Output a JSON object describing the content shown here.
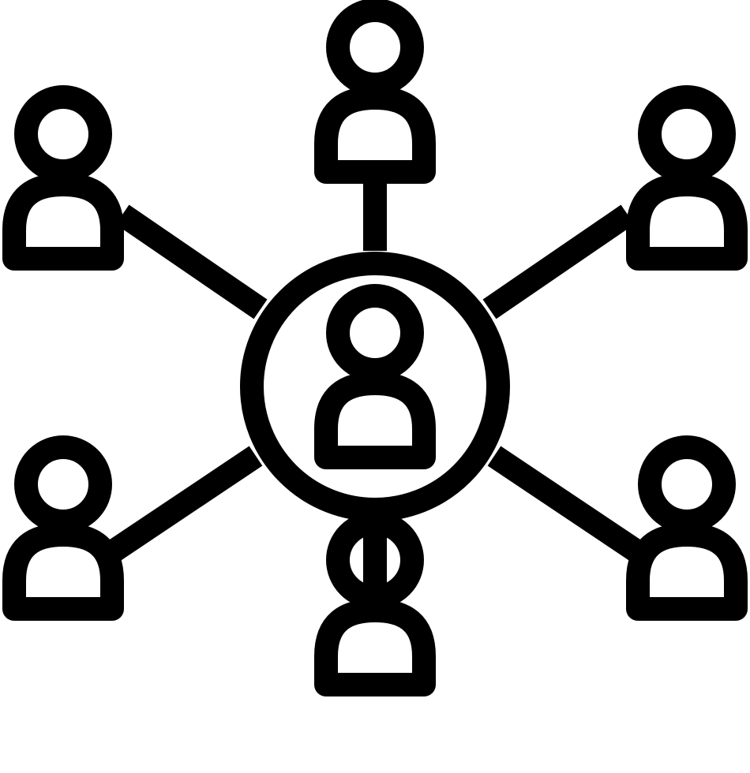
{
  "diagram": {
    "kind": "network-of-people-icon",
    "colors": {
      "foreground": "#000000",
      "background": "#ffffff"
    },
    "hub": {
      "icon": "user-icon",
      "frame": "circle"
    },
    "peers": [
      {
        "id": "top",
        "icon": "user-icon"
      },
      {
        "id": "top-right",
        "icon": "user-icon"
      },
      {
        "id": "bottom-right",
        "icon": "user-icon"
      },
      {
        "id": "bottom",
        "icon": "user-icon"
      },
      {
        "id": "bottom-left",
        "icon": "user-icon"
      },
      {
        "id": "top-left",
        "icon": "user-icon"
      }
    ]
  }
}
